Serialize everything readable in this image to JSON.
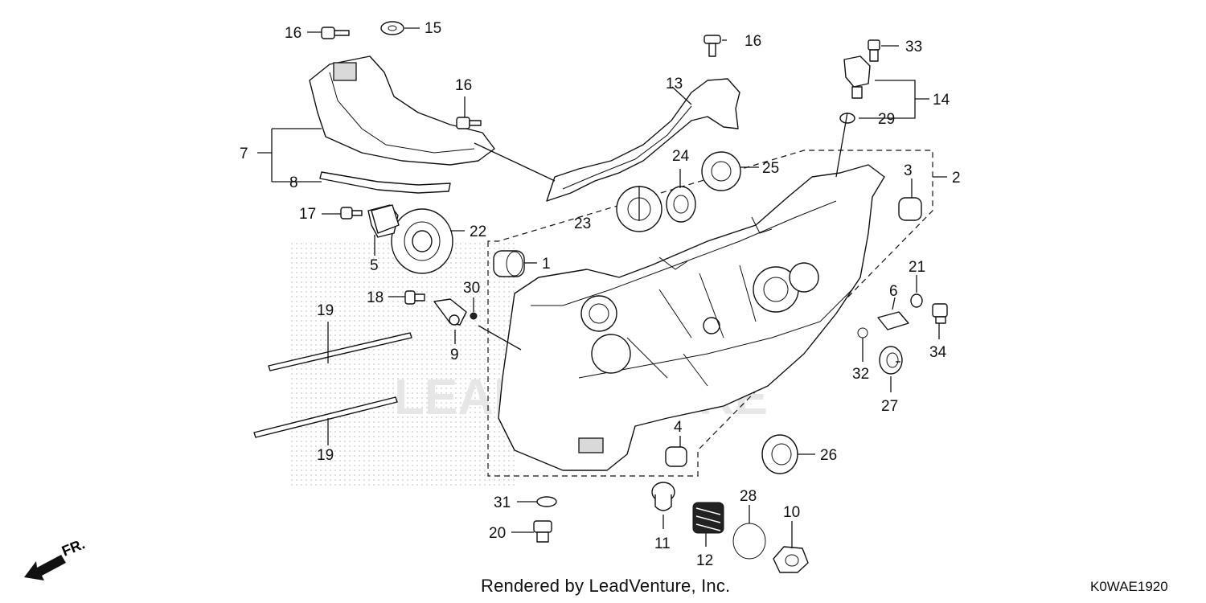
{
  "footer": {
    "rendered_by": "Rendered by LeadVenture, Inc.",
    "diagram_code": "K0WAE1920"
  },
  "front_indicator": {
    "label": "FR.",
    "icon": "arrow-front-icon"
  },
  "watermark": {
    "text": "LEADVENTURE"
  },
  "callouts": {
    "c1": "1",
    "c2": "2",
    "c3": "3",
    "c4": "4",
    "c5": "5",
    "c6": "6",
    "c7": "7",
    "c8": "8",
    "c9": "9",
    "c10": "10",
    "c11": "11",
    "c12": "12",
    "c13": "13",
    "c14": "14",
    "c15": "15",
    "c16a": "16",
    "c16b": "16",
    "c16c": "16",
    "c17": "17",
    "c18": "18",
    "c19a": "19",
    "c19b": "19",
    "c20": "20",
    "c21": "21",
    "c22": "22",
    "c23": "23",
    "c24": "24",
    "c25": "25",
    "c26": "26",
    "c27": "27",
    "c28": "28",
    "c29": "29",
    "c30": "30",
    "c31": "31",
    "c32": "32",
    "c33": "33",
    "c34": "34"
  }
}
